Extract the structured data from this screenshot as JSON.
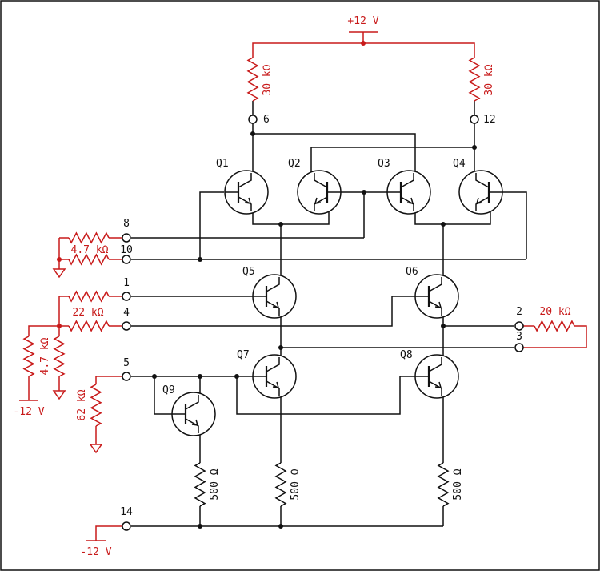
{
  "colors": {
    "wire": "#111111",
    "external": "#c81a1a",
    "background": "#ffffff"
  },
  "supplies": {
    "vplus": "+12 V",
    "vminus_left": "-12 V",
    "vminus_bottom": "-12 V"
  },
  "resistors": {
    "r_load_left": "30 kΩ",
    "r_load_right": "30 kΩ",
    "r_in_8_10": "4.7 kΩ",
    "r_in_1_4": "22 kΩ",
    "r_divider": "4.7 kΩ",
    "r_62k": "62 kΩ",
    "r_20k": "20 kΩ",
    "r_emitter_q9": "500 Ω",
    "r_emitter_q7": "500 Ω",
    "r_emitter_q8": "500 Ω"
  },
  "pins": {
    "p1": "1",
    "p2": "2",
    "p3": "3",
    "p4": "4",
    "p5": "5",
    "p6": "6",
    "p8": "8",
    "p10": "10",
    "p12": "12",
    "p14": "14"
  },
  "transistors": {
    "q1": "Q1",
    "q2": "Q2",
    "q3": "Q3",
    "q4": "Q4",
    "q5": "Q5",
    "q6": "Q6",
    "q7": "Q7",
    "q8": "Q8",
    "q9": "Q9"
  }
}
